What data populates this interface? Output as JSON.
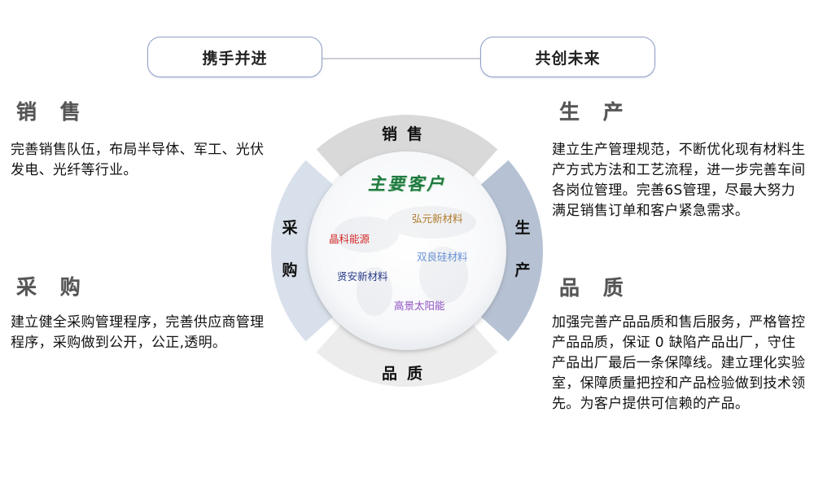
{
  "header": {
    "left_pill": "携手并进",
    "right_pill": "共创未来"
  },
  "sections": {
    "sales": {
      "heading": "销 售",
      "text": "完善销售队伍，布局半导体、军工、光伏发电、光纤等行业。"
    },
    "purchase": {
      "heading": "采 购",
      "text": "建立健全采购管理程序，完善供应商管理程序，采购做到公开，公正,透明。"
    },
    "production": {
      "heading": "生 产",
      "text": "建立生产管理规范，不断优化现有材料生产方式方法和工艺流程，进一步完善车间各岗位管理。完善6S管理，尽最大努力满足销售订单和客户紧急需求。"
    },
    "quality": {
      "heading": "品 质",
      "text": "加强完善产品品质和售后服务，严格管控产品品质，保证 0 缺陷产品出厂，守住产品出厂最后一条保障线。建立理化实验室，保障质量把控和产品检验做到技术领先。为客户提供可信赖的产品。"
    }
  },
  "wheel": {
    "segments": {
      "top": {
        "label": "销售",
        "color": "#d9d9d9"
      },
      "right": {
        "label": "生产",
        "color": "#b6c2d4"
      },
      "bottom": {
        "label": "品质",
        "color": "#ececec"
      },
      "left": {
        "label": "采购",
        "color": "#d8e0eb"
      }
    },
    "center_title": "主要客户",
    "center_title_color": "#1f7a3f",
    "customers": [
      {
        "name": "弘元新材料",
        "color": "#b07a2a"
      },
      {
        "name": "晶科能源",
        "color": "#d42a2a"
      },
      {
        "name": "双良硅材料",
        "color": "#6a93d6"
      },
      {
        "name": "贤安新材料",
        "color": "#2a3c8a"
      },
      {
        "name": "高景太阳能",
        "color": "#8e4fc0"
      }
    ]
  }
}
